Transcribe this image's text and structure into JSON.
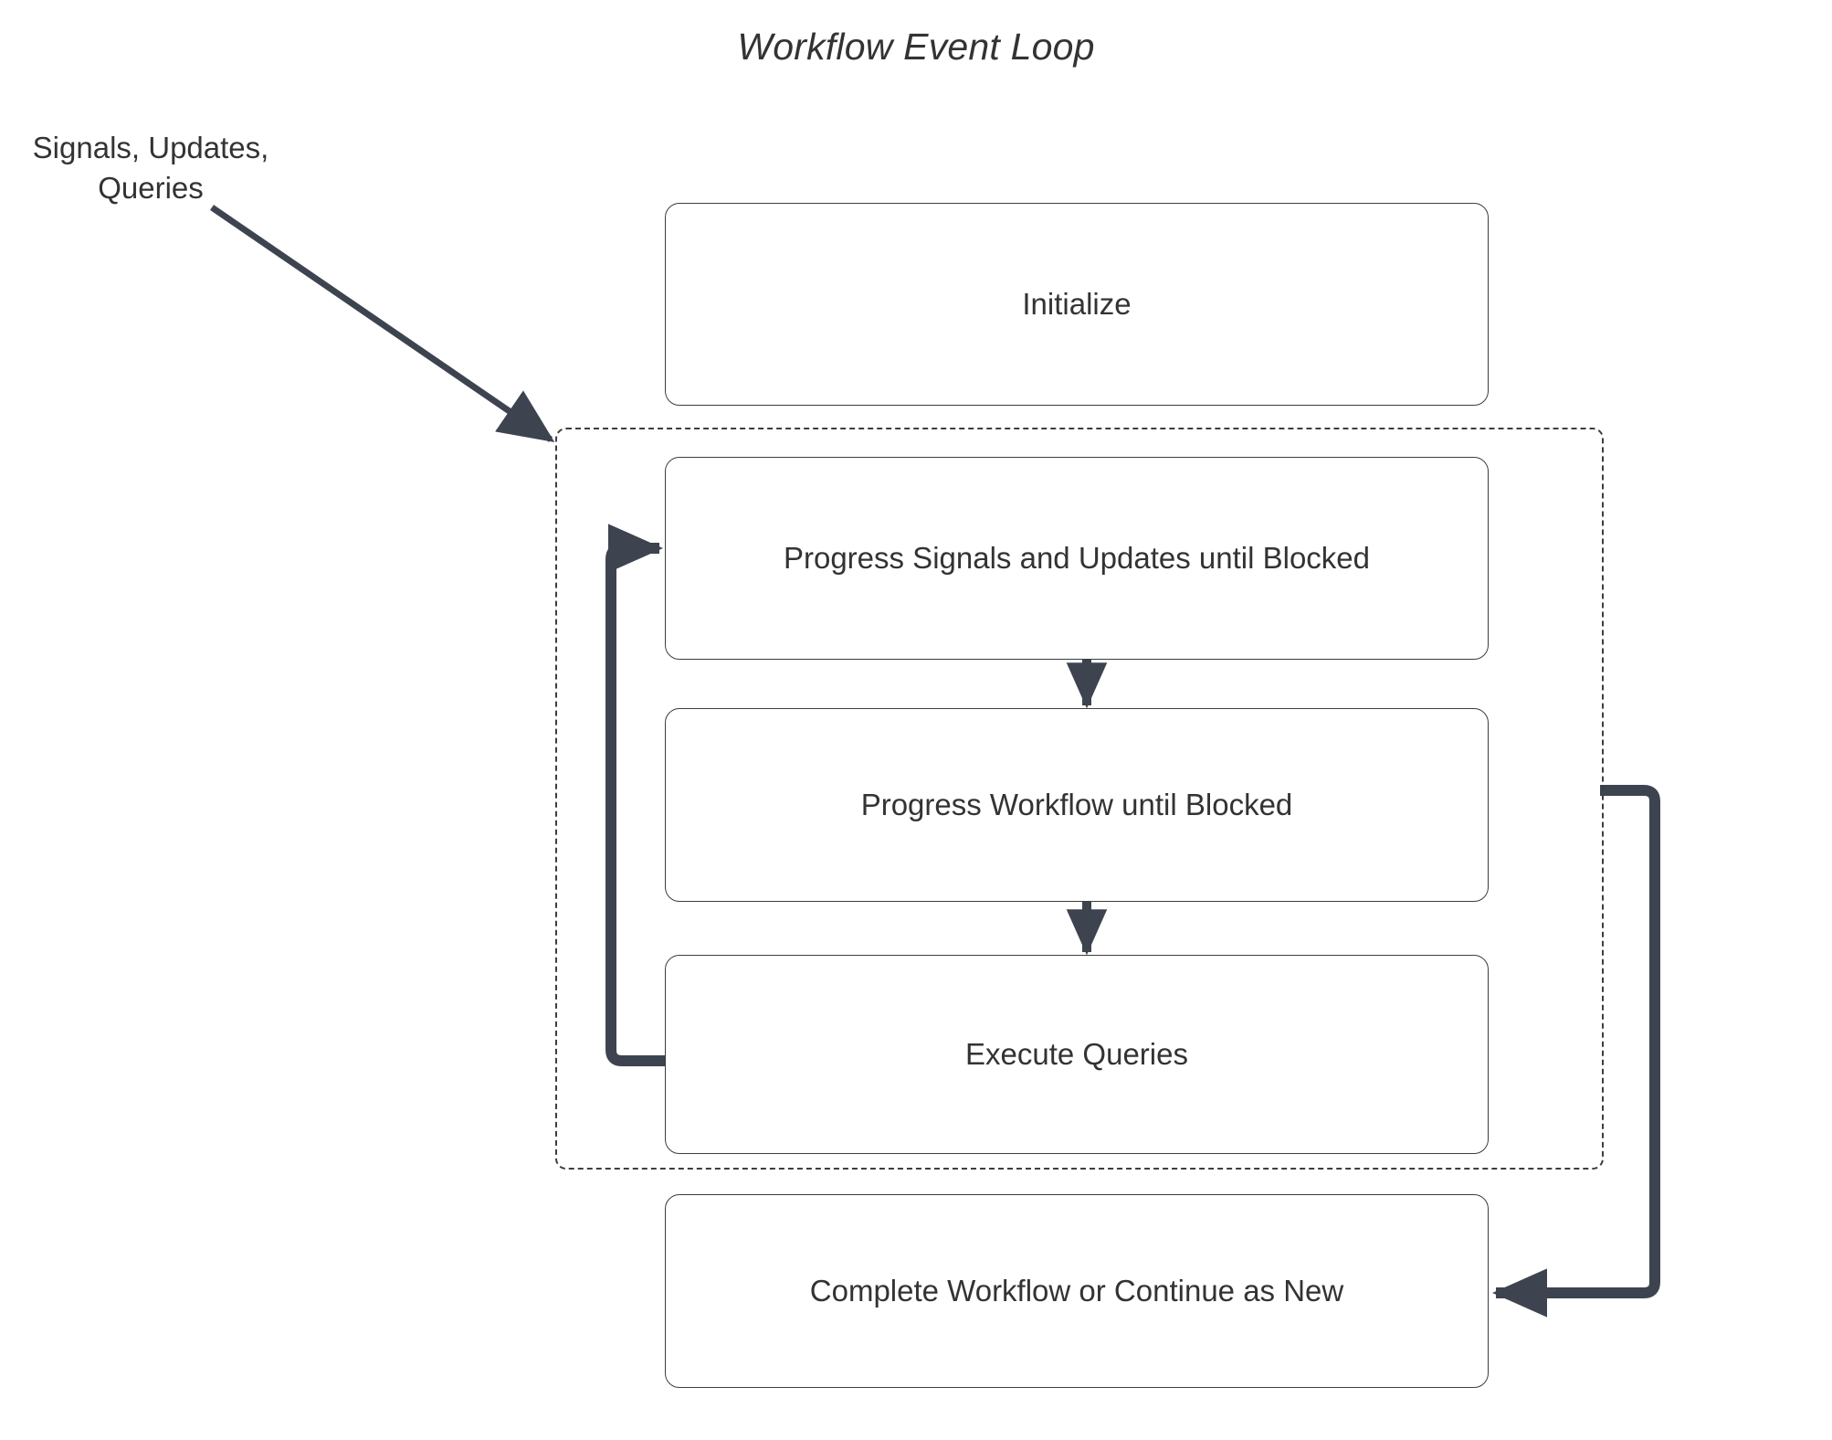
{
  "diagram": {
    "title": "Workflow Event Loop",
    "external_input_label": "Signals, Updates,\nQueries",
    "external_input_line1": "Signals, Updates,",
    "external_input_line2": "Queries",
    "colors": {
      "background": "#ffffff",
      "node_border": "#3d3d3d",
      "node_fill": "#ffffff",
      "text": "#333333",
      "connector": "#3d4450",
      "loop_container_border": "#3d3d3d"
    },
    "nodes": [
      {
        "id": "initialize",
        "label": "Initialize",
        "inside_loop": false
      },
      {
        "id": "progress-signals",
        "label": "Progress Signals and Updates until Blocked",
        "inside_loop": true
      },
      {
        "id": "progress-workflow",
        "label": "Progress Workflow until Blocked",
        "inside_loop": true
      },
      {
        "id": "execute-queries",
        "label": "Execute Queries",
        "inside_loop": true
      },
      {
        "id": "complete-workflow",
        "label": "Complete Workflow or Continue as New",
        "inside_loop": false
      }
    ],
    "loop_container": {
      "style": "dashed",
      "label": ""
    },
    "edges": [
      {
        "from": "external-input",
        "to": "loop-container",
        "style": "diagonal-arrow"
      },
      {
        "from": "progress-signals",
        "to": "progress-workflow",
        "style": "straight-arrow-down"
      },
      {
        "from": "progress-workflow",
        "to": "execute-queries",
        "style": "straight-arrow-down"
      },
      {
        "from": "execute-queries",
        "to": "progress-signals",
        "style": "loop-back-left"
      },
      {
        "from": "loop-container",
        "to": "complete-workflow",
        "style": "exit-right-down"
      }
    ]
  }
}
